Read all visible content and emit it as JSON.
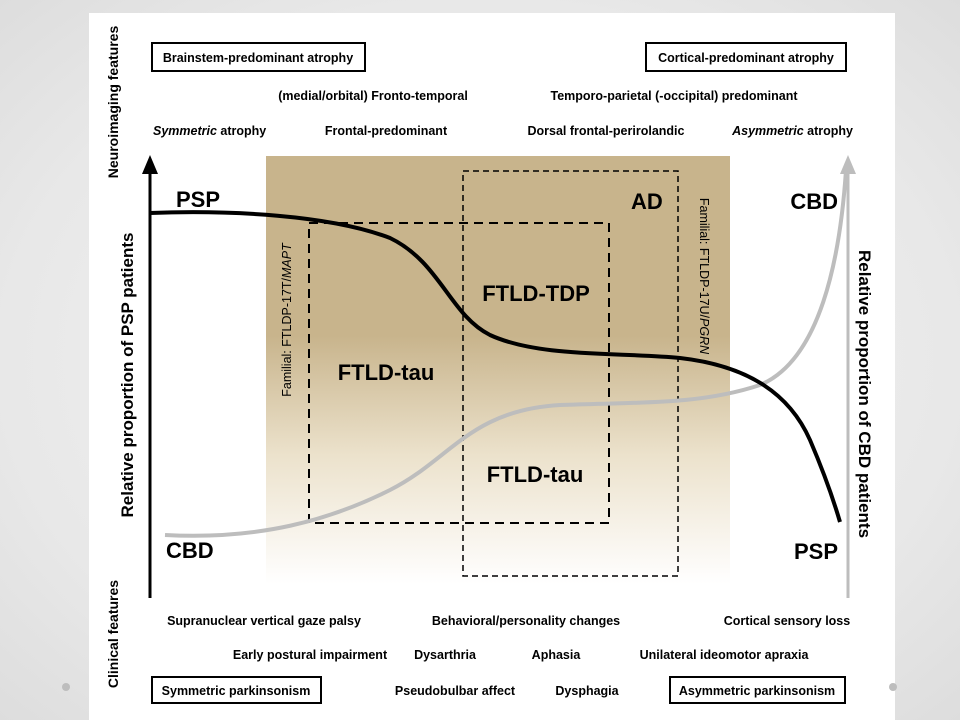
{
  "neuroimaging_label": "Neuroimaging features",
  "clinical_label": "Clinical features",
  "left_axis_label": "Relative proportion of PSP patients",
  "right_axis_label": "Relative proportion of CBD patients",
  "top_boxes": {
    "left": "Brainstem-predominant atrophy",
    "right": "Cortical-predominant atrophy"
  },
  "top_row2": {
    "left": "(medial/orbital) Fronto-temporal",
    "right": "Temporo-parietal (-occipital) predominant"
  },
  "top_row3": {
    "symmetric_em": "Symmetric",
    "symmetric_rest": " atrophy",
    "frontal": "Frontal-predominant",
    "dorsal": "Dorsal frontal-perirolandic",
    "asymmetric_em": "Asymmetric",
    "asymmetric_rest": " atrophy"
  },
  "curve_labels": {
    "psp_top_left": "PSP",
    "cbd_bottom_left": "CBD",
    "cbd_top_right": "CBD",
    "psp_bottom_right": "PSP"
  },
  "regions": {
    "ad": "AD",
    "ftld_tdp": "FTLD-TDP",
    "ftld_tau_left": "FTLD-tau",
    "ftld_tau_bottom": "FTLD-tau",
    "familial_mapt_prefix": "Familial: FTLDP-17T/",
    "familial_mapt_gene": "MAPT",
    "familial_pgrn_prefix": "Familial: FTLDP-17U/",
    "familial_pgrn_gene": "PGRN"
  },
  "clinical_row1": {
    "left": "Supranuclear vertical gaze palsy",
    "mid": "Behavioral/personality changes",
    "right": "Cortical sensory loss"
  },
  "clinical_row2": {
    "a": "Early postural impairment",
    "b": "Dysarthria",
    "c": "Aphasia",
    "d": "Unilateral ideomotor apraxia"
  },
  "clinical_row3": {
    "left_box": "Symmetric parkinsonism",
    "pseudobulbar": "Pseudobulbar affect",
    "dysphagia": "Dysphagia",
    "right_box": "Asymmetric parkinsonism"
  }
}
